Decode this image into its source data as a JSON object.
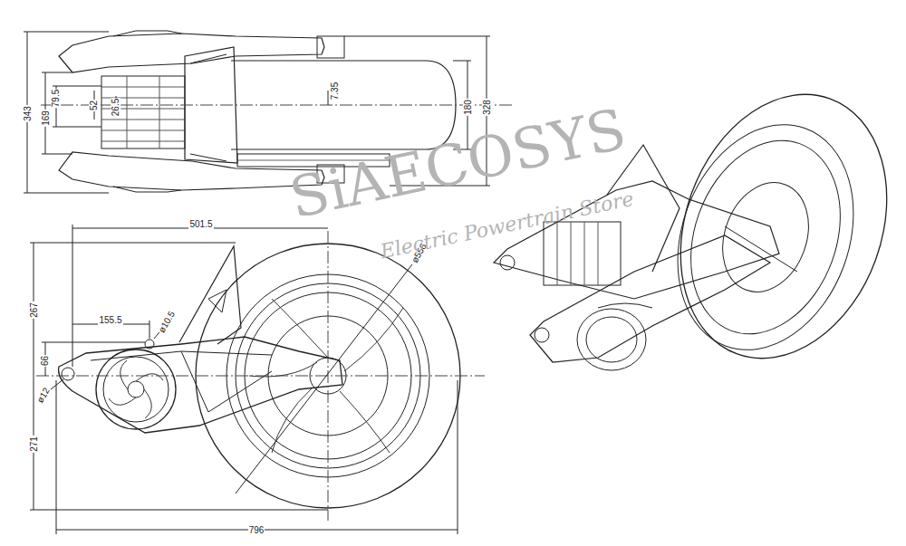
{
  "diagram": {
    "labels": [
      "343",
      "169",
      "79.5",
      "52",
      "26.5",
      "7.35",
      "180",
      "328",
      "501.5",
      "267",
      "155.5",
      "ø10.5",
      "66",
      "ø12",
      "271",
      "796",
      "ø556",
      "SiAECOSYS",
      "Electric Powertrain Store"
    ]
  }
}
